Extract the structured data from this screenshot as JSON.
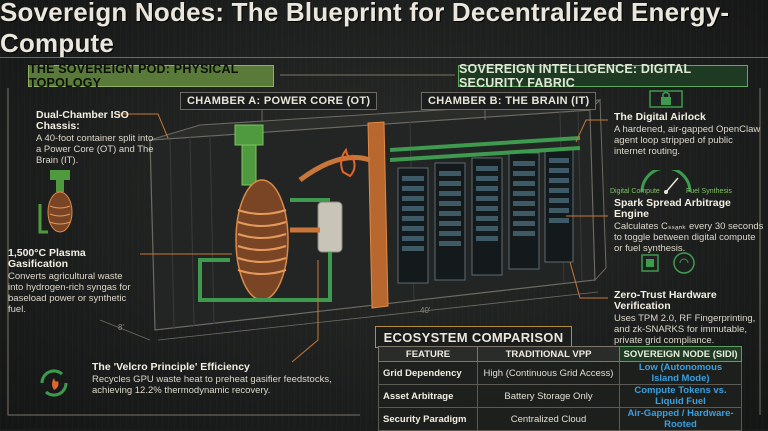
{
  "title": "Sovereign Nodes: The Blueprint for Decentralized Energy-Compute",
  "sections": {
    "left": "THE SOVEREIGN POD: PHYSICAL TOPOLOGY",
    "right": "SOVEREIGN INTELLIGENCE: DIGITAL SECURITY FABRIC"
  },
  "chambers": {
    "a": "CHAMBER A: POWER CORE (OT)",
    "b": "CHAMBER B: THE BRAIN (IT)"
  },
  "notes": {
    "chassis": {
      "heading": "Dual-Chamber ISO Chassis:",
      "body": "A 40-foot container split into a Power Core (OT) and The Brain (IT)."
    },
    "plasma": {
      "heading": "1,500°C Plasma Gasification",
      "body": "Converts agricultural waste into hydrogen-rich syngas for baseload power or synthetic fuel."
    },
    "velcro": {
      "heading": "The 'Velcro Principle' Efficiency",
      "body": "Recycles GPU waste heat to preheat gasifier feedstocks, achieving 12.2% thermodynamic recovery."
    },
    "airlock": {
      "heading": "The Digital Airlock",
      "body": "A hardened, air-gapped OpenClaw agent loop stripped of public internet routing."
    },
    "spark": {
      "heading": "Spark Spread Arbitrage Engine",
      "body": "Calculates Cₛₛₐₙₖ every 30 seconds to toggle between digital compute or fuel synthesis."
    },
    "zerotrust": {
      "heading": "Zero-Trust Hardware Verification",
      "body": "Uses TPM 2.0, RF Fingerprinting, and zk-SNARKS for immutable, private grid compliance."
    }
  },
  "gauge": {
    "left_label": "Digital Compute",
    "right_label": "Fuel Synthesis"
  },
  "dimension_labels": {
    "length": "40'",
    "depth": "8'"
  },
  "ecosystem": {
    "title": "ECOSYSTEM COMPARISON",
    "headers": [
      "FEATURE",
      "TRADITIONAL VPP",
      "SOVEREIGN NODE (SIDI)"
    ],
    "rows": [
      [
        "Grid Dependency",
        "High (Continuous Grid Access)",
        "Low (Autonomous Island Mode)"
      ],
      [
        "Asset Arbitrage",
        "Battery Storage Only",
        "Compute Tokens vs. Liquid Fuel"
      ],
      [
        "Security Paradigm",
        "Centralized Cloud",
        "Air-Gapped / Hardware-Rooted"
      ]
    ]
  },
  "colors": {
    "accent_green": "#5da95e",
    "copper": "#c8763a",
    "sovereign_blue": "#3aa0e0",
    "header_olive": "#5a7a3a"
  },
  "icons": [
    "gasifier-icon",
    "recycle-flame-icon",
    "padlock-gate-icon",
    "arbitrage-gauge-icon",
    "tpm-chip-icon",
    "rf-signal-icon",
    "flame-icon"
  ]
}
